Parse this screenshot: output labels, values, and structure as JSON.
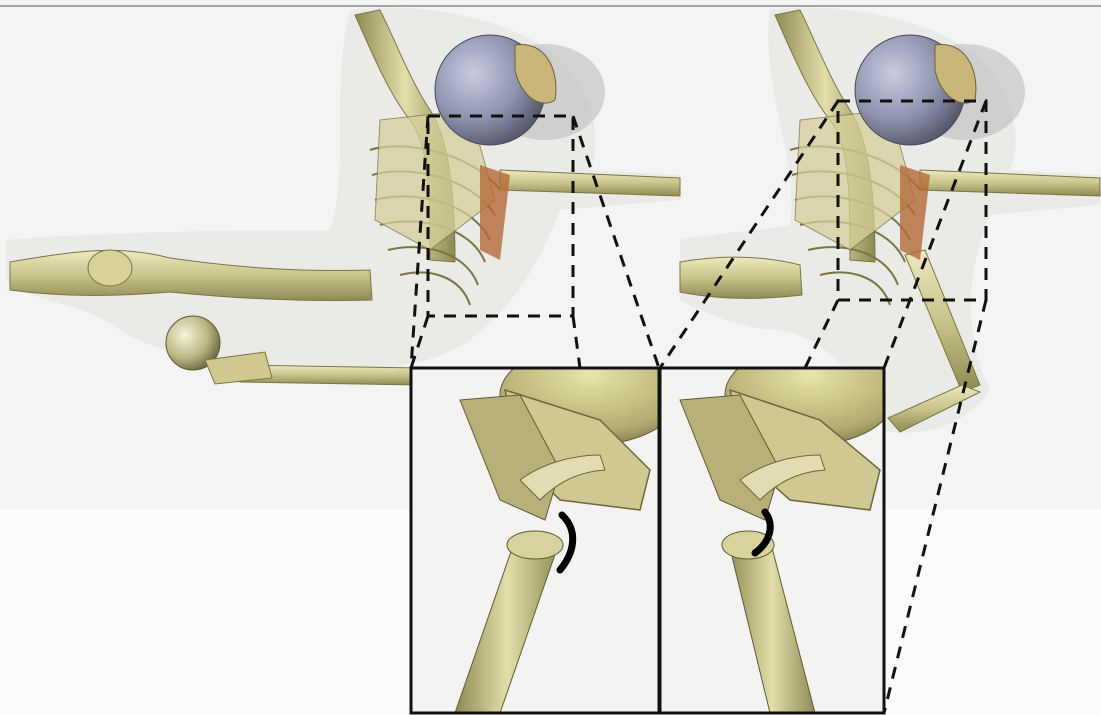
{
  "figure": {
    "panels": [
      {
        "id": "left-render",
        "subject": "skeleton-shoulder-view-a"
      },
      {
        "id": "right-render",
        "subject": "skeleton-shoulder-view-b"
      }
    ],
    "insets": [
      {
        "id": "zoom-inset-left",
        "subject": "shoulder-joint-closeup-a"
      },
      {
        "id": "zoom-inset-right",
        "subject": "shoulder-joint-closeup-b"
      }
    ],
    "colors": {
      "background": "#f4f4f4",
      "floor": "#fbfbfb",
      "bone": "#c9c48a",
      "bone_shadow": "#8f8a55",
      "bone_highlight": "#eceac0",
      "skin_ghost": "#e6e6e2",
      "skull_glass": "#8d92ad",
      "muscle": "#b56a3a",
      "dashed_lines": "#111111",
      "inset_border": "#111111",
      "contact_mark": "#000000"
    }
  }
}
